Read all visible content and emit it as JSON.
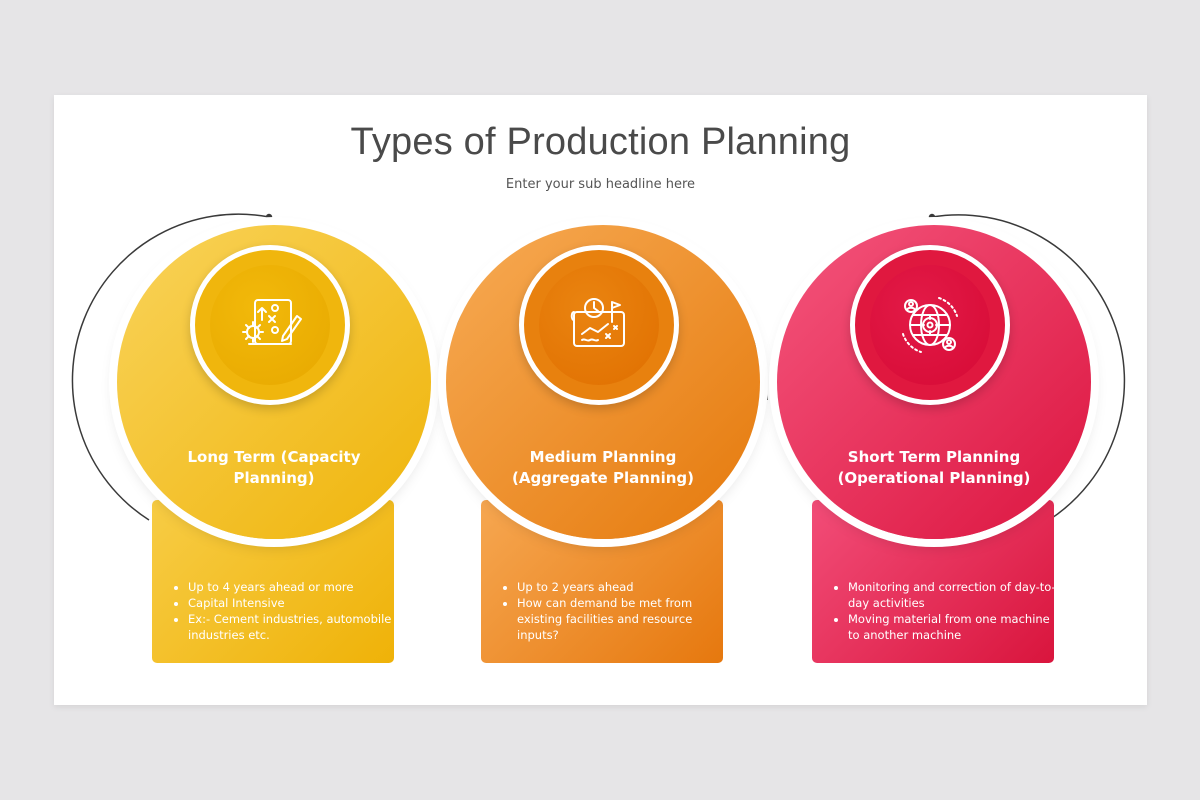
{
  "title": "Types of Production Planning",
  "subtitle": "Enter your sub headline here",
  "colors": {
    "background": "#e6e5e7",
    "slide": "#ffffff",
    "yellow": "#efb208",
    "orange": "#e6780e",
    "red": "#d9153d"
  },
  "cards": [
    {
      "icon": "planning-strategy-icon",
      "heading_line1": "Long Term (Capacity",
      "heading_line2": "Planning)",
      "bullets": [
        "Up to 4 years ahead or more",
        "Capital Intensive",
        "Ex:- Cement industries, automobile industries etc."
      ]
    },
    {
      "icon": "schedule-map-icon",
      "heading_line1": "Medium Planning",
      "heading_line2": "(Aggregate Planning)",
      "bullets": [
        "Up to 2 years ahead",
        "How can demand be met from existing facilities and resource inputs?"
      ]
    },
    {
      "icon": "global-operations-icon",
      "heading_line1": "Short Term Planning",
      "heading_line2": "(Operational Planning)",
      "bullets": [
        "Monitoring and correction of day-to-day activities",
        "Moving material from one machine to another machine"
      ]
    }
  ]
}
